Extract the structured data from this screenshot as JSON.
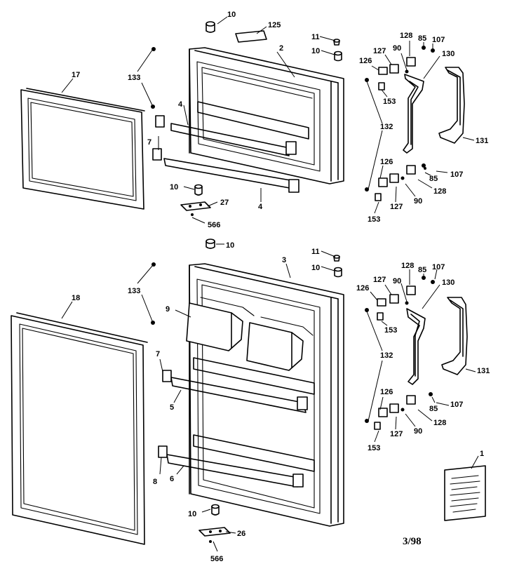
{
  "date_code": "3/98",
  "labels": {
    "l10a": "10",
    "l125": "125",
    "l11a": "11",
    "l10b": "10",
    "l2": "2",
    "l128a": "128",
    "l85a": "85",
    "l107a": "107",
    "l126a": "126",
    "l127a": "127",
    "l90a": "90",
    "l130a": "130",
    "l17": "17",
    "l133a": "133",
    "l4a": "4",
    "l7a": "7",
    "l153a": "153",
    "l132a": "132",
    "l131a": "131",
    "l126b": "126",
    "l85b": "85",
    "l107b": "107",
    "l128b": "128",
    "l127b": "127",
    "l90b": "90",
    "l153b": "153",
    "l10c": "10",
    "l27": "27",
    "l4b": "4",
    "l566a": "566",
    "l10d": "10",
    "l11b": "11",
    "l3": "3",
    "l10e": "10",
    "l128c": "128",
    "l85c": "85",
    "l107c": "107",
    "l126c": "126",
    "l127c": "127",
    "l90c": "90",
    "l130b": "130",
    "l18": "18",
    "l133b": "133",
    "l9": "9",
    "l153c": "153",
    "l132b": "132",
    "l131b": "131",
    "l7b": "7",
    "l5": "5",
    "l126d": "126",
    "l85d": "85",
    "l107d": "107",
    "l128d": "128",
    "l127d": "127",
    "l90d": "90",
    "l153d": "153",
    "l1": "1",
    "l8": "8",
    "l6": "6",
    "l10f": "10",
    "l26": "26",
    "l566b": "566"
  }
}
